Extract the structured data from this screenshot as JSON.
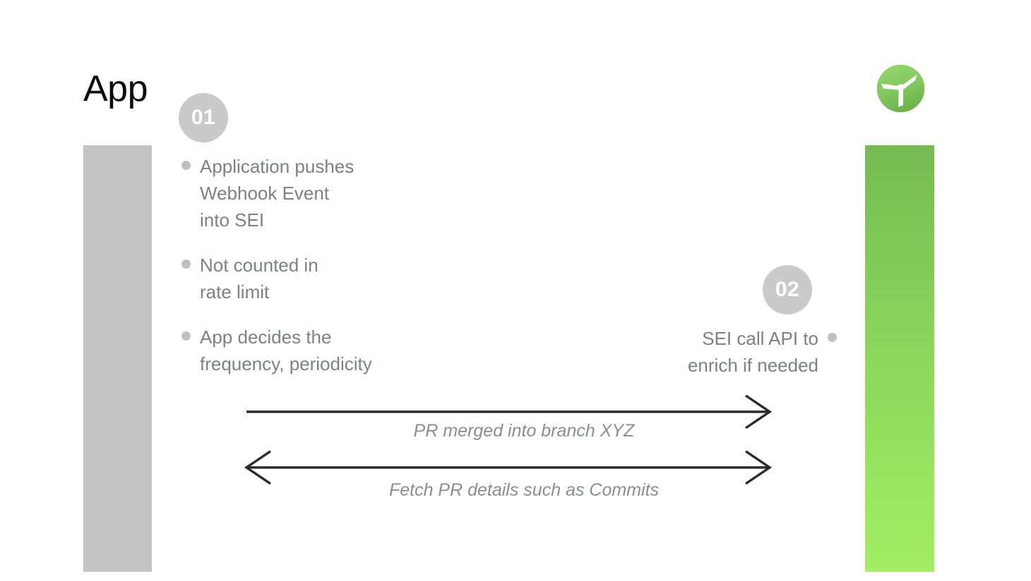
{
  "slide": {
    "title": "App",
    "background_color": "#ffffff"
  },
  "logo": {
    "name": "propeller-logo",
    "circle_color_top": "#8fd267",
    "circle_color_bottom": "#76bb54",
    "blade_color": "#ffffff"
  },
  "lanes": {
    "left": {
      "name": "app-lifeline",
      "color": "#c3c3c3"
    },
    "right": {
      "name": "sei-lifeline",
      "color_top": "#76bb54",
      "color_bottom": "#a3ee64"
    }
  },
  "steps": [
    {
      "badge": "01",
      "side": "left",
      "bullets": [
        "Application pushes\nWebhook Event\ninto SEI",
        "Not counted in\nrate limit",
        "App decides the\nfrequency, periodicity"
      ]
    },
    {
      "badge": "02",
      "side": "right",
      "bullets": [
        "SEI call API to\nenrich if needed"
      ]
    }
  ],
  "step_one_bullets": {
    "b0": "Application pushes\nWebhook Event\ninto SEI",
    "b1": "Not counted in\nrate limit",
    "b2": "App decides the\nfrequency, periodicity"
  },
  "step_two_bullets": {
    "b0": "SEI call API to\nenrich if needed"
  },
  "arrows": [
    {
      "name": "pr-merged-arrow",
      "direction": "right",
      "label": "PR merged into branch XYZ",
      "stroke_color": "#2b2b2b"
    },
    {
      "name": "fetch-pr-arrow",
      "direction": "both",
      "label": "Fetch PR details such as Commits",
      "stroke_color": "#2b2b2b"
    }
  ],
  "arrow_labels": {
    "first": "PR merged into branch XYZ",
    "second": "Fetch PR details such as Commits"
  },
  "badges": {
    "one": "01",
    "two": "02"
  }
}
